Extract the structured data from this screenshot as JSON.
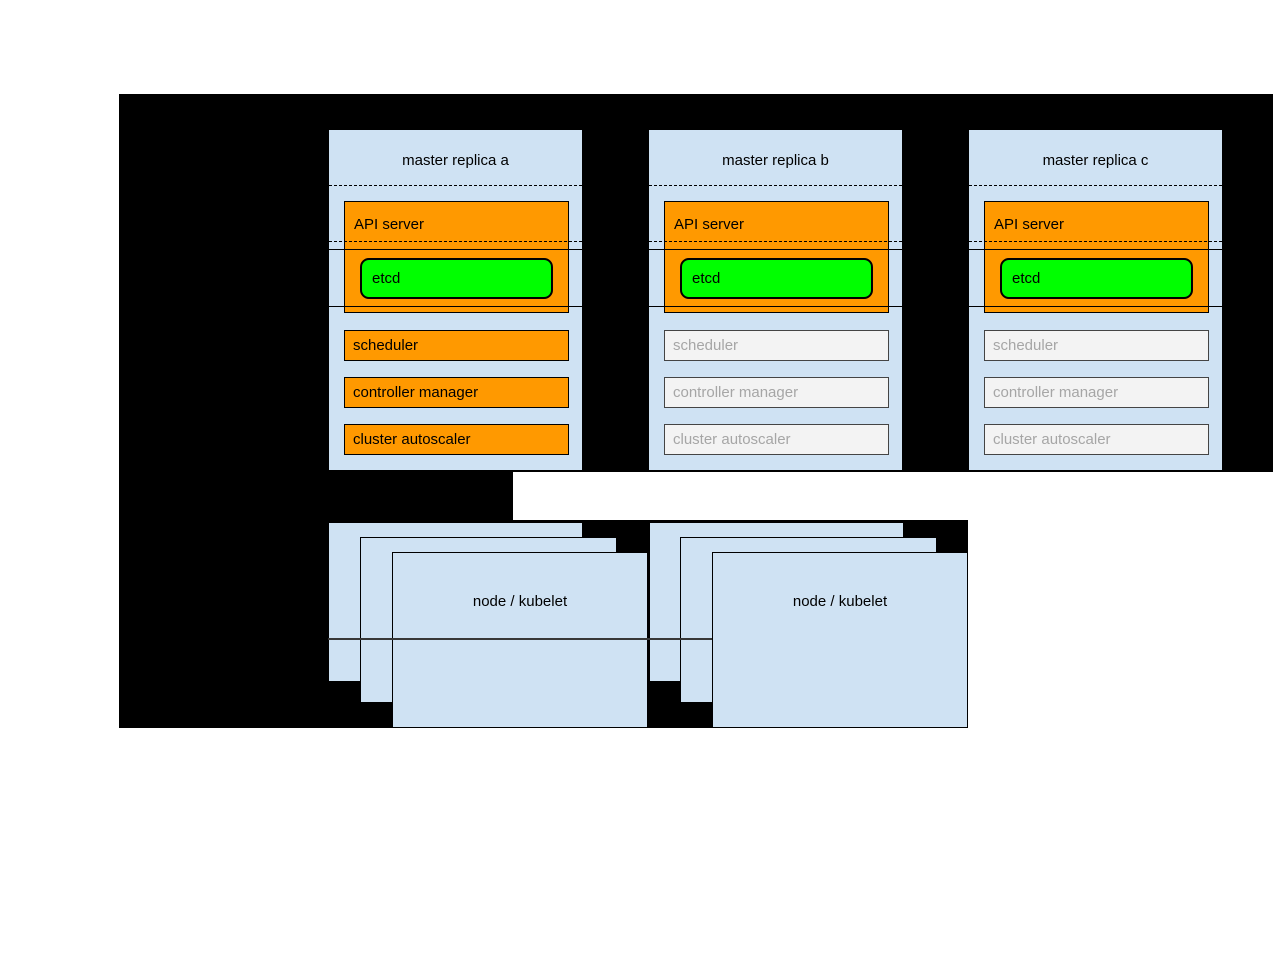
{
  "diagram": {
    "description": "Kubernetes high-availability master replicas diagram, partially covered by black redaction blocks",
    "colors": {
      "background": "#ffffff",
      "redaction_black": "#000000",
      "panel_blue": "#cfe2f3",
      "active_orange": "#ff9900",
      "etcd_green": "#00ff00",
      "inactive_fill": "#f3f3f3",
      "inactive_text": "#a6a6a6",
      "connector_gray": "#383838"
    },
    "replicas": [
      {
        "title": "master replica a",
        "api_server": "API server",
        "etcd": "etcd",
        "scheduler": "scheduler",
        "controller_manager": "controller manager",
        "cluster_autoscaler": "cluster autoscaler",
        "state": "active"
      },
      {
        "title": "master replica b",
        "api_server": "API server",
        "etcd": "etcd",
        "scheduler": "scheduler",
        "controller_manager": "controller manager",
        "cluster_autoscaler": "cluster autoscaler",
        "state": "inactive"
      },
      {
        "title": "master replica c",
        "api_server": "API server",
        "etcd": "etcd",
        "scheduler": "scheduler",
        "controller_manager": "controller manager",
        "cluster_autoscaler": "cluster autoscaler",
        "state": "inactive"
      }
    ],
    "node_stacks": [
      {
        "label": "node / kubelet"
      },
      {
        "label": "node / kubelet"
      }
    ]
  }
}
